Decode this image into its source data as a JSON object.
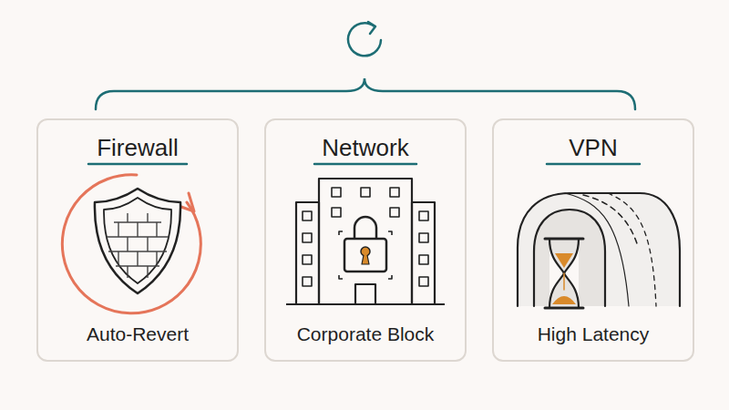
{
  "diagram": {
    "nodes": [
      {
        "text": [
          "Firewall",
          "Auto-Revert"
        ]
      },
      {
        "text": [
          "Network",
          "Corporate Block"
        ]
      },
      {
        "text": [
          "VPN",
          "High Latency"
        ]
      }
    ]
  }
}
